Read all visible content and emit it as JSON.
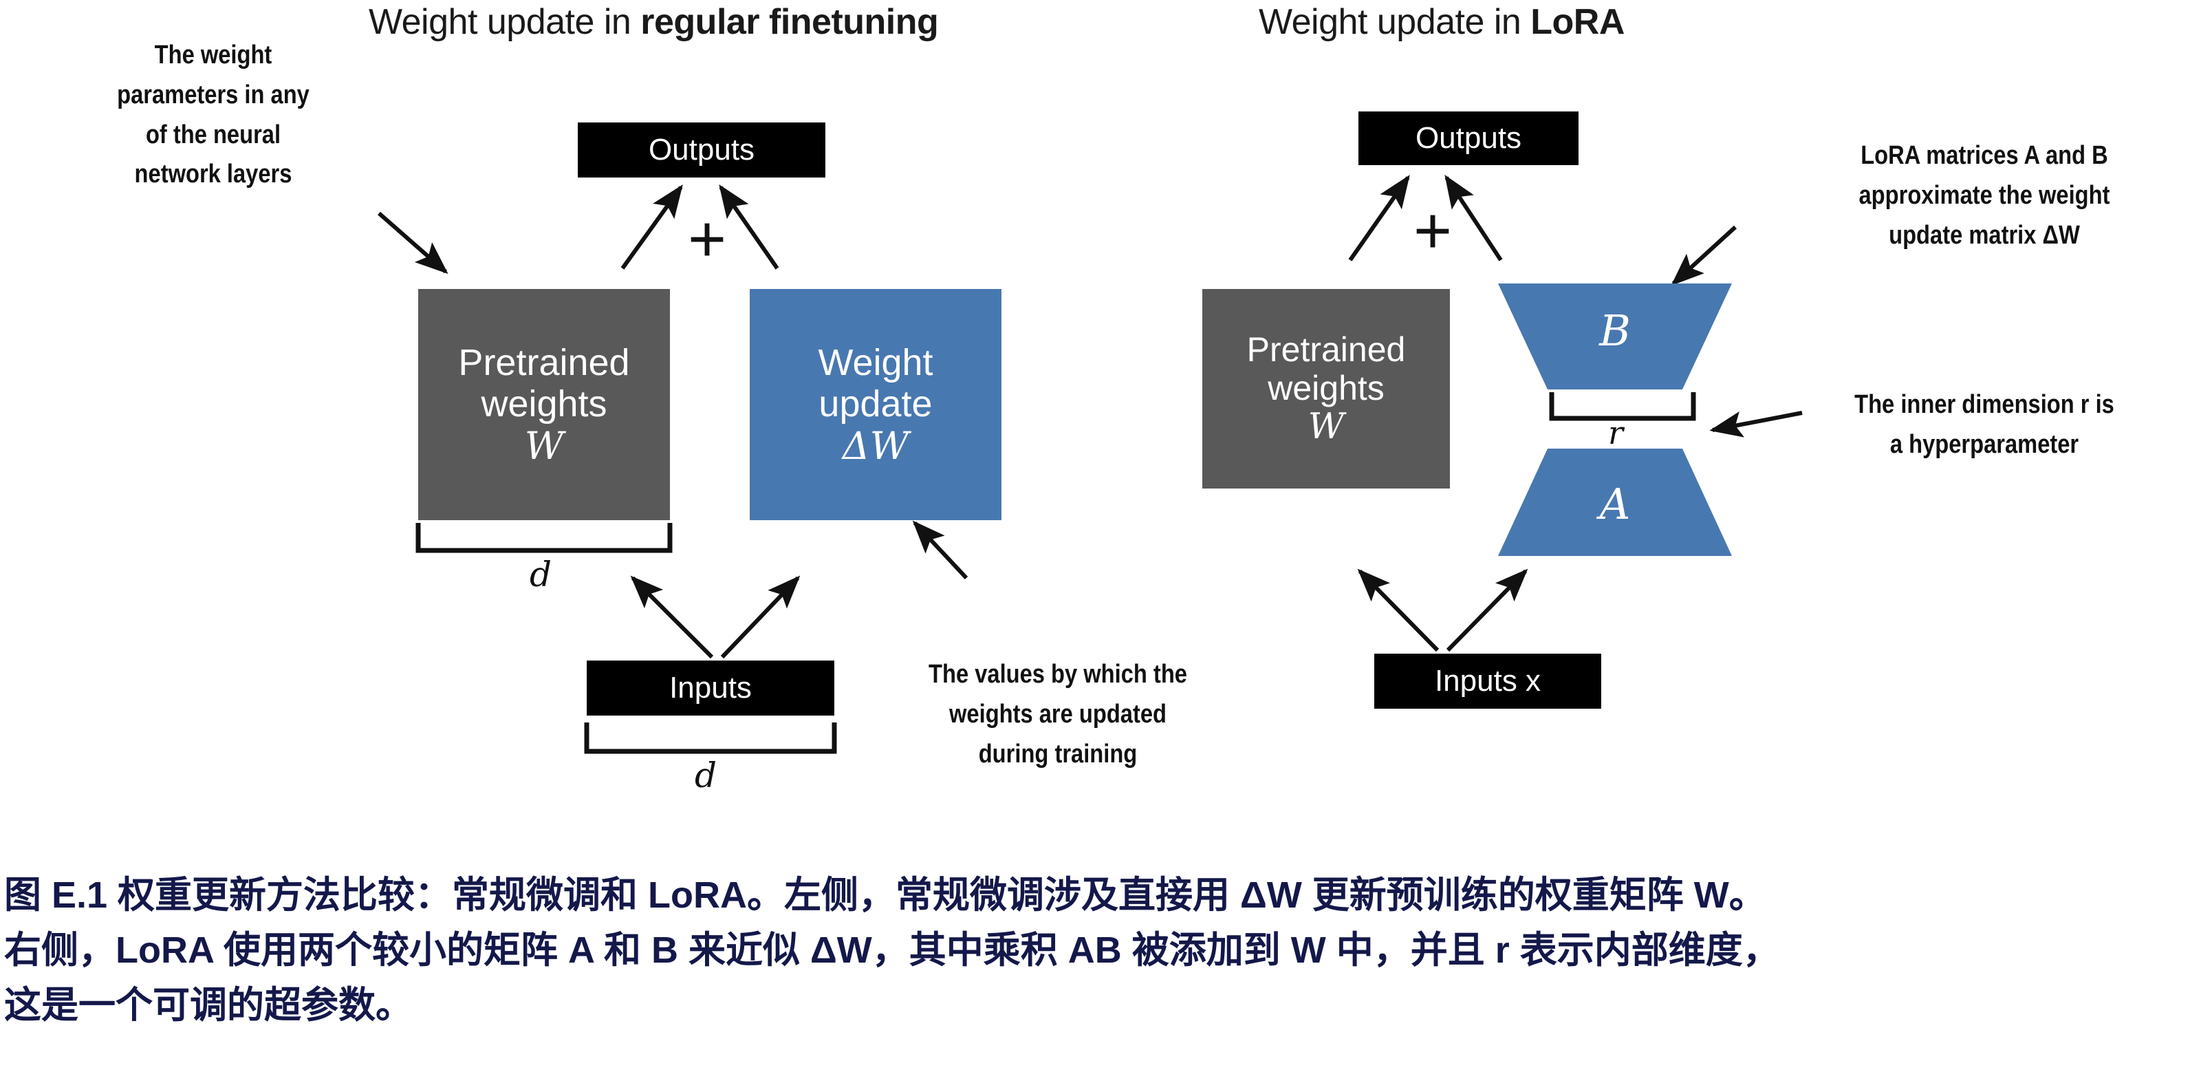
{
  "figure": {
    "left_panel": {
      "title_prefix": "Weight update in ",
      "title_strong": "regular finetuning",
      "outputs_label": "Outputs",
      "plus_symbol": "+",
      "pretrained_line1": "Pretrained",
      "pretrained_line2": "weights",
      "pretrained_symbol": "W",
      "update_line1": "Weight",
      "update_line2": "update",
      "update_symbol": "ΔW",
      "inputs_label": "Inputs",
      "bracket_top_label": "d",
      "bracket_bottom_label": "d",
      "annotation_left": [
        "The weight",
        "parameters in any",
        "of the neural",
        "network layers"
      ],
      "annotation_right": [
        "The values by which the",
        "weights are updated",
        "during training"
      ]
    },
    "right_panel": {
      "title_prefix": "Weight update in ",
      "title_strong": "LoRA",
      "outputs_label": "Outputs",
      "plus_symbol": "+",
      "pretrained_line1": "Pretrained",
      "pretrained_line2": "weights",
      "pretrained_symbol": "W",
      "matrix_b_label": "B",
      "matrix_a_label": "A",
      "rank_label": "r",
      "inputs_label": "Inputs x",
      "annotation_top_line1": "LoRA matrices A and B",
      "annotation_top_line2": "approximate the weight",
      "annotation_top_line3": "update matrix ΔW",
      "annotation_bottom_line1": "The inner dimension r is",
      "annotation_bottom_line2": "a hyperparameter"
    },
    "colors": {
      "blue": "#4878B0",
      "gray": "#595959",
      "black": "#000000",
      "caption_text": "#14184A"
    }
  },
  "caption": {
    "line1": "图 E.1 权重更新方法比较：常规微调和 LoRA。左侧，常规微调涉及直接用 ΔW 更新预训练的权重矩阵 W。",
    "line2": "右侧，LoRA 使用两个较小的矩阵 A 和 B 来近似 ΔW，其中乘积 AB 被添加到 W 中，并且 r 表示内部维度，",
    "line3": "这是一个可调的超参数。"
  }
}
